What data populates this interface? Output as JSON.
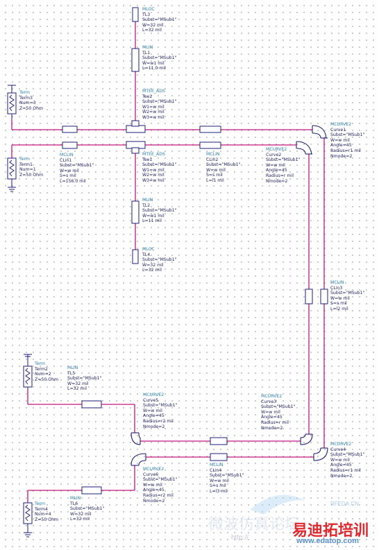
{
  "components": {
    "tl3": {
      "type": "MLOC",
      "lines": [
        "TL3",
        "Subst=\"MSub1\"",
        "W=32 mil",
        "L=32 mil"
      ]
    },
    "tl1": {
      "type": "MLIN",
      "lines": [
        "TL1",
        "Subst=\"MSub1\"",
        "W=w1 mil",
        "L=11.0 mil"
      ]
    },
    "tee2": {
      "type": "MTEE_ADS",
      "lines": [
        "Tee2",
        "Subst=\"MSub1\"",
        "W1=w mil",
        "W2=w mil",
        "W3=w mil"
      ]
    },
    "term3": {
      "type": "Term",
      "lines": [
        "Term3",
        "Num=3",
        "Z=50 Ohm"
      ]
    },
    "term1": {
      "type": "Term",
      "lines": [
        "Term1",
        "Num=1",
        "Z=50 Ohm"
      ]
    },
    "clin1": {
      "type": "MCLIN",
      "lines": [
        "CLin1",
        "Subst=\"MSub1\"",
        "W=w mil",
        "S=s mil",
        "L=156.0 mil"
      ]
    },
    "tee1": {
      "type": "MTEE_ADS",
      "lines": [
        "Tee1",
        "Subst=\"MSub1\"",
        "W1=w mil",
        "W2=w mil",
        "W3=w mil"
      ]
    },
    "clin2": {
      "type": "MCLIN",
      "lines": [
        "CLin2",
        "Subst=\"MSub1\"",
        "W=w mil",
        "S=s mil",
        "L=l1 mil"
      ]
    },
    "curve2": {
      "type": "MCURVE2",
      "lines": [
        "Curve2",
        "Subst=\"MSub1\"",
        "W=w mil",
        "Angle=45",
        "Radius=r mil",
        "Nmode=2"
      ]
    },
    "curve1": {
      "type": "MCURVE2",
      "lines": [
        "Curve1",
        "Subst=\"MSub1\"",
        "W=w mil",
        "Angle=45",
        "Radius=r1 mil",
        "Nmode=2"
      ]
    },
    "tl2": {
      "type": "MLIN",
      "lines": [
        "TL2",
        "Subst=\"MSub1\"",
        "W=w1 mil",
        "L=11 mil"
      ]
    },
    "tl4": {
      "type": "MLOC",
      "lines": [
        "TL4",
        "Subst=\"MSub1\"",
        "W=32 mil",
        "L=32 mil"
      ]
    },
    "clin3": {
      "type": "MCLIN",
      "lines": [
        "CLin3",
        "Subst=\"MSub1\"",
        "W=w mil",
        "S=s mil",
        "L=l2 mil"
      ]
    },
    "term2": {
      "type": "Term",
      "lines": [
        "Term2",
        "Num=2",
        "Z=50 Ohm"
      ]
    },
    "tl5": {
      "type": "MLIN",
      "lines": [
        "TL5",
        "Subst=\"MSub1\"",
        "W=32 mil",
        "L=32 mil"
      ]
    },
    "curve5": {
      "type": "MCURVE2",
      "lines": [
        "Curve5",
        "Subst=\"MSub1\"",
        "W=w mil",
        "Angle=45",
        "Radius=r2 mil",
        "Nmode=2"
      ]
    },
    "curve3": {
      "type": "MCURVE2",
      "lines": [
        "Curve3",
        "Subst=\"MSub1\"",
        "W=w mil",
        "Angle=45",
        "Radius=r mil",
        "Nmode=2"
      ]
    },
    "curve4": {
      "type": "MCURVE2",
      "lines": [
        "Curve4",
        "Subst=\"MSub1\"",
        "W=w mil",
        "Angle=45",
        "Radius=r1 mil",
        "Nmode=2"
      ]
    },
    "curve6": {
      "type": "MCURVE2",
      "lines": [
        "Curve6",
        "Subst=\"MSub1\"",
        "W=w mil",
        "Angle=45",
        "Radius=r2 mil",
        "Nmode=2"
      ]
    },
    "clin4": {
      "type": "MCLIN",
      "lines": [
        "CLin4",
        "Subst=\"MSub1\"",
        "W=w mil",
        "S=s mil",
        "L=l3 mil"
      ]
    },
    "term4": {
      "type": "Term",
      "lines": [
        "Term4",
        "Num=4",
        "Z=50 Ohm"
      ]
    },
    "tl6": {
      "type": "MLIN",
      "lines": [
        "TL6",
        "Subst=\"MSub1\"",
        "W=32 mil",
        "L=32 mil"
      ]
    }
  },
  "watermark": {
    "rfeda": "RFEDA.CN",
    "chinese_faint": "微波仿真论坛",
    "brand": "易迪拓培训",
    "url": "www.edatop.com",
    "faint_url": "http://"
  },
  "colors": {
    "wire": "#c0157a",
    "symbol": "#1e1e78",
    "type_label": "#2a7fa8",
    "text": "#1a1a5a",
    "brand": "#e0282e"
  }
}
